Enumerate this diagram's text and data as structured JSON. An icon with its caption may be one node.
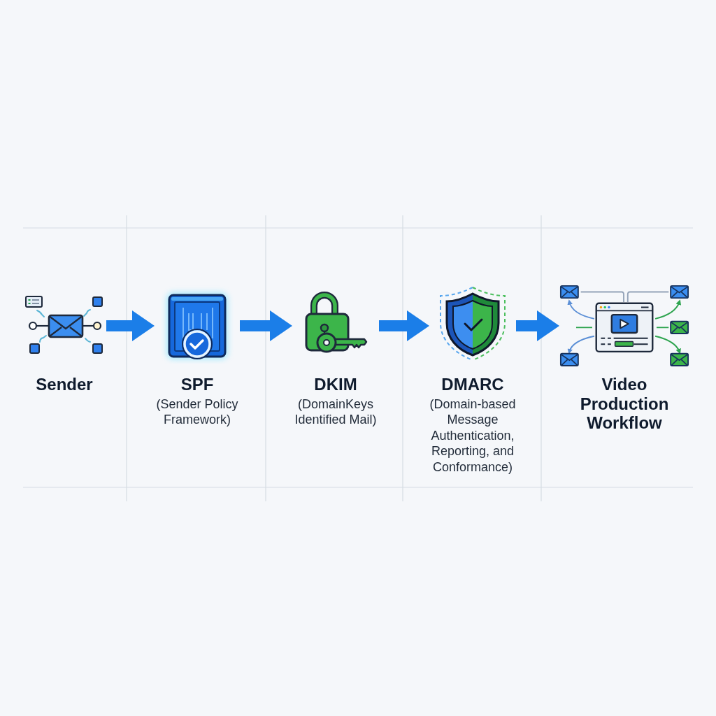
{
  "diagram": {
    "nodes": [
      {
        "text": [
          "Sender"
        ]
      },
      {
        "text": [
          "SPF",
          "(Sender Policy Framework)"
        ]
      },
      {
        "text": [
          "DKIM",
          "(DomainKeys Identified Mail)"
        ]
      },
      {
        "text": [
          "DMARC",
          "(Domain-based Message Authentication, Reporting, and Conformance)"
        ]
      },
      {
        "text": [
          "Video Production Workflow"
        ]
      }
    ],
    "edges": [
      {
        "from": 0,
        "to": 1,
        "arrow": "to"
      },
      {
        "from": 1,
        "to": 2,
        "arrow": "to"
      },
      {
        "from": 2,
        "to": 3,
        "arrow": "to"
      },
      {
        "from": 3,
        "to": 4,
        "arrow": "to"
      }
    ]
  }
}
